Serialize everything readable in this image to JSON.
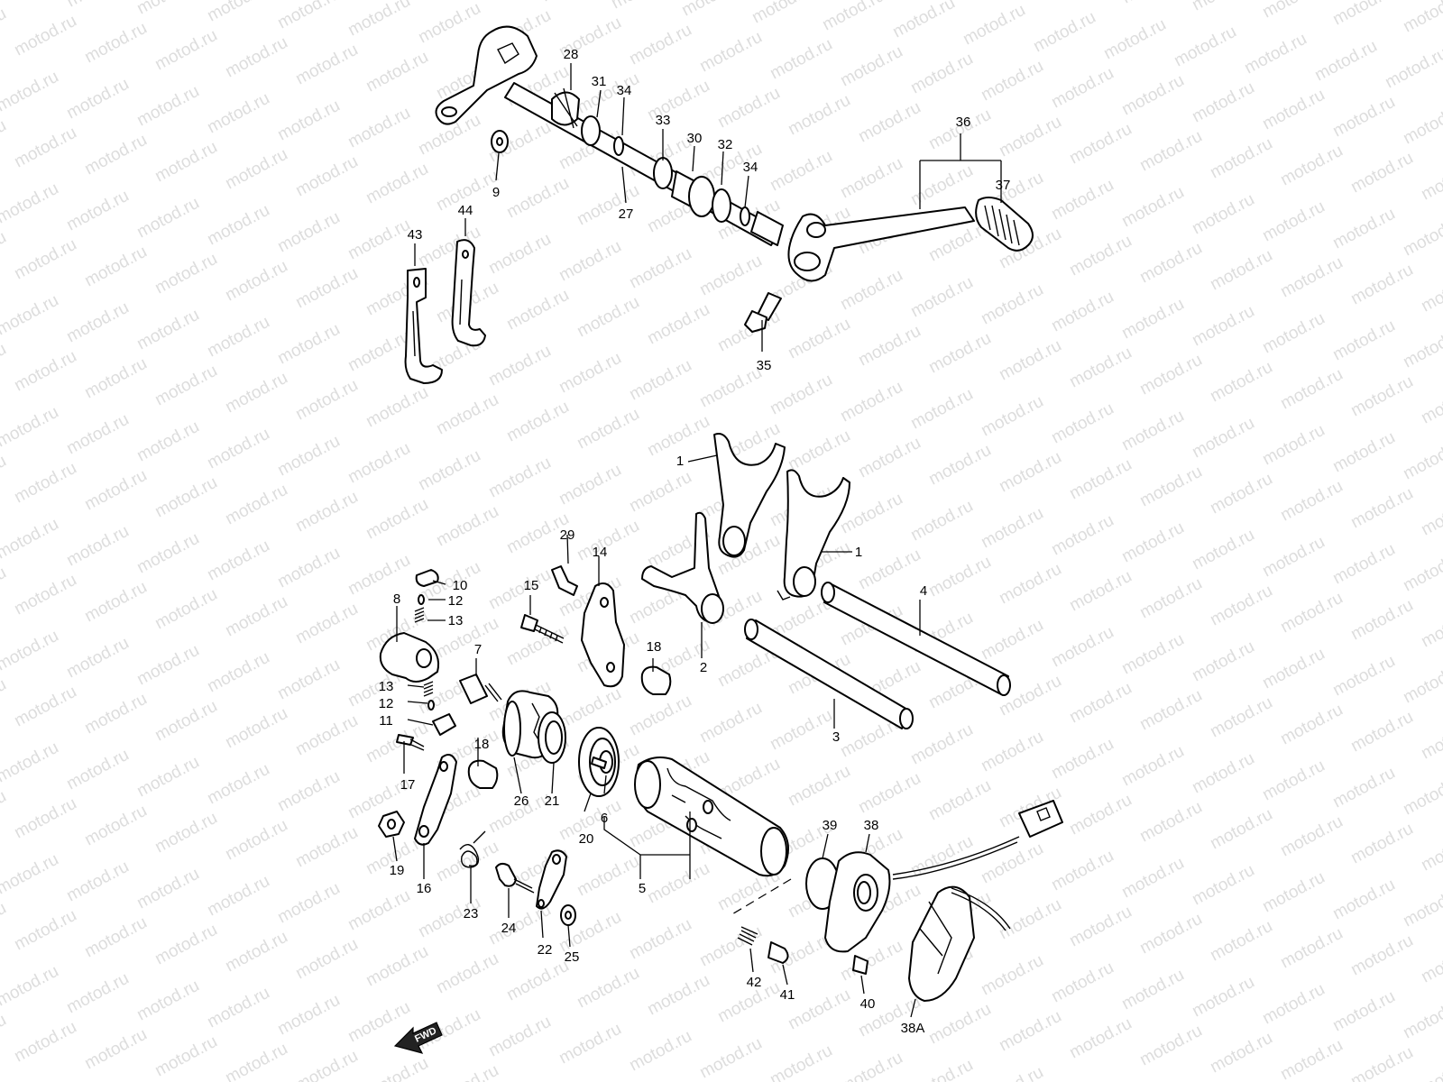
{
  "watermark": {
    "text": "motod.ru"
  },
  "fwd_label": "FWD",
  "callouts": {
    "c1": "1",
    "c2": "2",
    "c3": "3",
    "c4": "4",
    "c5": "5",
    "c6": "6",
    "c7": "7",
    "c8": "8",
    "c9": "9",
    "c10": "10",
    "c11": "11",
    "c12": "12",
    "c13": "13",
    "c15": "15",
    "c16": "16",
    "c17": "17",
    "c18": "18",
    "c19": "19",
    "c20": "20",
    "c21": "21",
    "c22": "22",
    "c23": "23",
    "c24": "24",
    "c25": "25",
    "c26": "26",
    "c27": "27",
    "c28": "28",
    "c29": "29",
    "c30": "30",
    "c31": "31",
    "c32": "32",
    "c33": "33",
    "c34": "34",
    "c35": "35",
    "c36": "36",
    "c37": "37",
    "c38": "38",
    "c38a": "38A",
    "c39": "39",
    "c40": "40",
    "c41": "41",
    "c42": "42",
    "c43": "43",
    "c44": "44",
    "c14": "14"
  }
}
